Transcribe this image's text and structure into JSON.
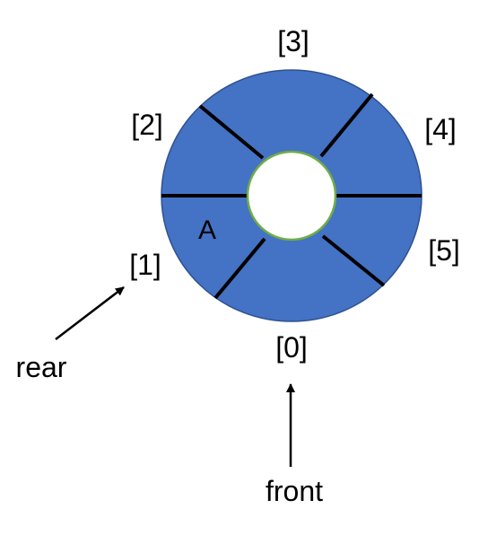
{
  "queue": {
    "ring_color": "#4472C4",
    "ring_border_color": "#2F528F",
    "hole_border_color": "#70AD47",
    "divider_color": "#000000",
    "slot_labels": {
      "slot0": "[0]",
      "slot1": "[1]",
      "slot2": "[2]",
      "slot3": "[3]",
      "slot4": "[4]",
      "slot5": "[5]"
    },
    "cells": {
      "slot1": "A"
    }
  },
  "pointers": {
    "rear": "rear",
    "front": "front"
  }
}
